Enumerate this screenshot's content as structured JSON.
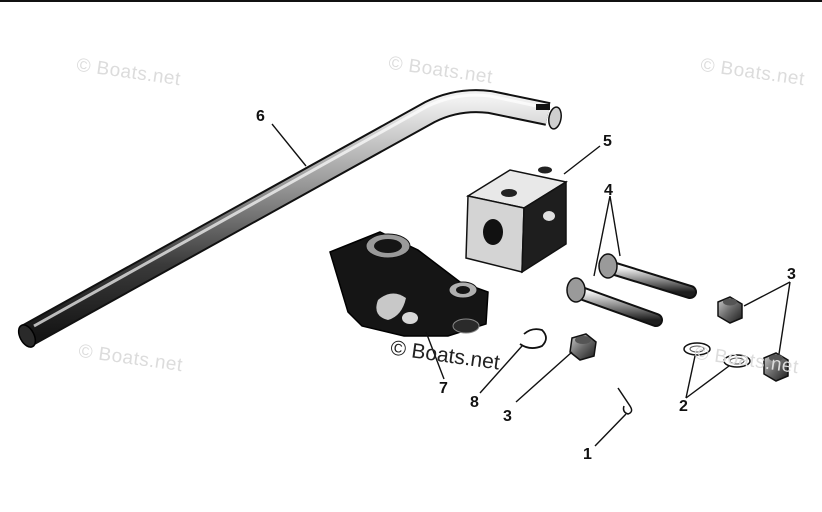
{
  "watermarks": {
    "text": "© Boats.net",
    "main": "© Boats.net"
  },
  "callouts": {
    "c1": "1",
    "c2": "2",
    "c3a": "3",
    "c3b": "3",
    "c4": "4",
    "c5": "5",
    "c6": "6",
    "c7": "7",
    "c8": "8"
  },
  "colors": {
    "ink": "#111111",
    "watermark": "#dcdcdc",
    "metal_dark": "#1a1a1a",
    "metal_mid": "#7a7a7a",
    "metal_light": "#d8d8d8"
  }
}
